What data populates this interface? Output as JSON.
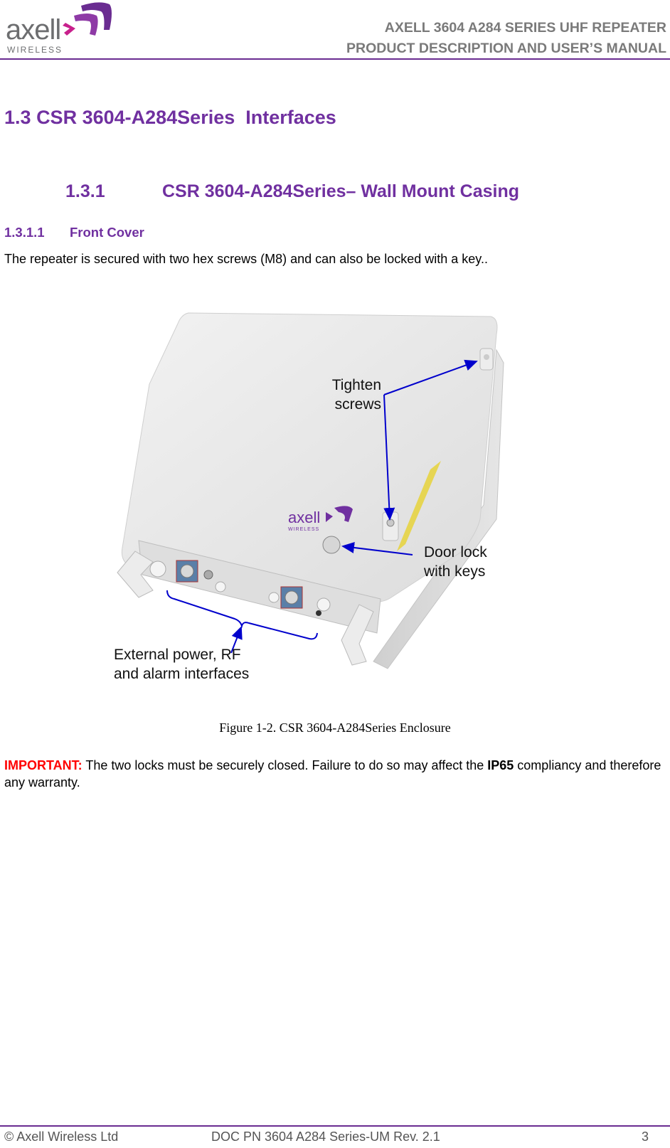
{
  "header": {
    "logo": {
      "brand": "axell",
      "sub": "WIRELESS",
      "icon": "axell-chevrons-logo-icon"
    },
    "title_line1": "AXELL 3604 A284 SERIES UHF REPEATER",
    "title_line2": "PRODUCT DESCRIPTION AND USER’S MANUAL"
  },
  "section": {
    "number": "1.3",
    "title": "CSR 3604-A284Series  Interfaces",
    "subsection": {
      "number": "1.3.1",
      "title": "CSR 3604-A284Series– Wall Mount Casing",
      "subsubsection": {
        "number": "1.3.1.1",
        "title": "Front Cover"
      }
    }
  },
  "body": {
    "paragraph": "The repeater is secured with two hex screws (M8) and can also be locked with a key.."
  },
  "figure": {
    "labels": {
      "tighten_line1": "Tighten",
      "tighten_line2": "screws",
      "door_line1": "Door lock",
      "door_line2": "with keys",
      "ext_line1": "External power, RF",
      "ext_line2": "and alarm interfaces"
    },
    "device_logo": {
      "brand": "axell",
      "sub": "WIRELESS"
    },
    "caption": "Figure 1-2. CSR 3604-A284Series Enclosure",
    "colors": {
      "arrow": "#0000cc",
      "casing": "#e8e8e8",
      "brand_purple": "#7030a0",
      "warning_label": "#e6d23a"
    }
  },
  "important": {
    "label": "IMPORTANT:",
    "text_before": " The two locks must be securely closed. Failure to do so may affect the ",
    "bold": "IP65",
    "text_after": " compliancy and therefore any warranty."
  },
  "footer": {
    "left": "© Axell Wireless Ltd",
    "center": "DOC PN 3604 A284 Series-UM Rev. 2.1",
    "page": "3"
  },
  "colors": {
    "heading": "#7030a0",
    "rule": "#6a2c91",
    "important": "#ff0000",
    "header_text": "#7a7a7a"
  }
}
